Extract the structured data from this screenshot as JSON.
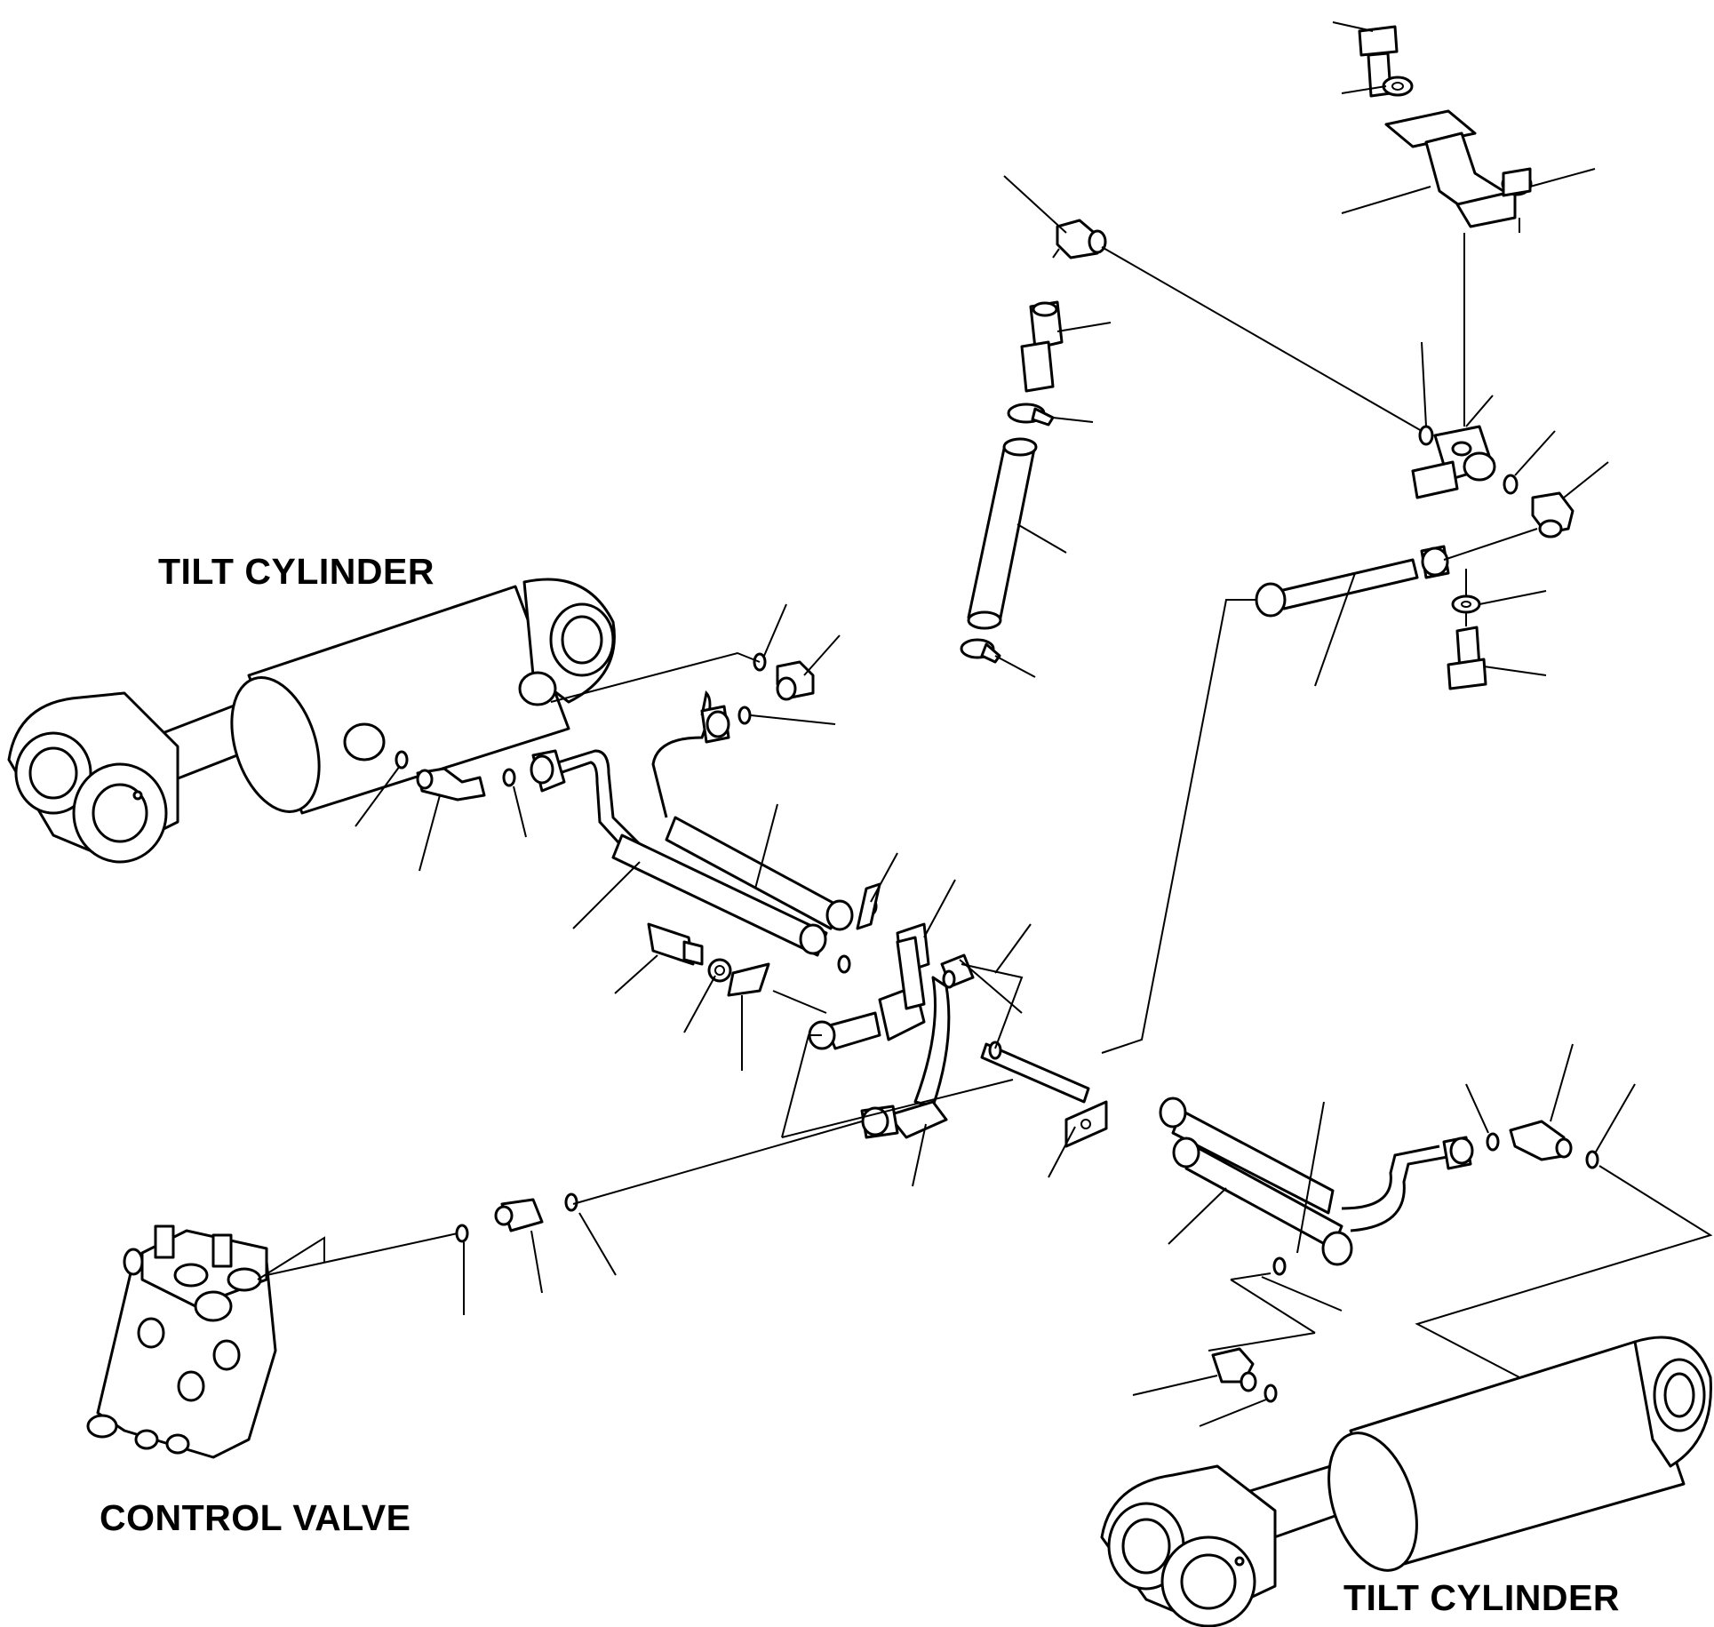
{
  "labels": {
    "tilt_cylinder_left": "TILT CYLINDER",
    "control_valve": "CONTROL VALVE",
    "tilt_cylinder_right": "TILT CYLINDER"
  },
  "colors": {
    "line": "#000000",
    "background": "#ffffff"
  }
}
